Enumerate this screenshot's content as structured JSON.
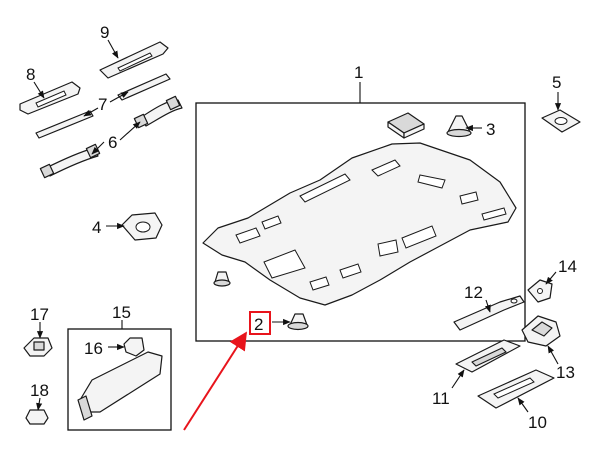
{
  "callouts": {
    "c1": "1",
    "c2": "2",
    "c3": "3",
    "c4": "4",
    "c5": "5",
    "c6": "6",
    "c7": "7",
    "c8": "8",
    "c9": "9",
    "c10": "10",
    "c11": "11",
    "c12": "12",
    "c13": "13",
    "c14": "14",
    "c15": "15",
    "c16": "16",
    "c17": "17",
    "c18": "18"
  },
  "colors": {
    "highlight": "#e8141c",
    "line": "#111111",
    "part_fill": "#f4f4f4"
  },
  "highlighted_callout": "2"
}
